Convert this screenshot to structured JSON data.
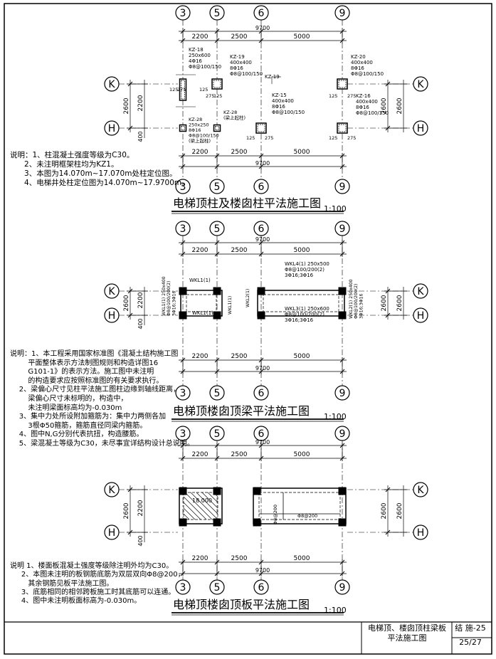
{
  "axes": {
    "top": [
      "3",
      "5",
      "6",
      "9"
    ],
    "left": [
      "K",
      "H"
    ]
  },
  "dims": {
    "total": "9700",
    "spans": [
      "2200",
      "2500",
      "5000"
    ],
    "bay": "2600",
    "sub": "2200",
    "lower": "400"
  },
  "plan1": {
    "title": "电梯顶柱及楼囱柱平法施工图",
    "scale": "1:100",
    "columns": {
      "kz18": {
        "name": "KZ-18",
        "size": "250x600",
        "bars": "4Φ16",
        "stir": "Φ8@100/150"
      },
      "kz19a": {
        "name": "KZ-19",
        "size": "400x400",
        "bars": "8Φ16",
        "stir": "Φ8@100/150"
      },
      "kz19b": {
        "name": "KZ-19"
      },
      "kz20": {
        "name": "KZ-20",
        "size": "400x400",
        "bars": "8Φ16",
        "stir": "Φ8@100/150"
      },
      "kz16": {
        "name": "KZ-16",
        "size": "400x400",
        "bars": "8Φ16",
        "stir": "Φ8@100/150"
      },
      "kz15": {
        "name": "KZ-15",
        "size": "400x400",
        "bars": "8Φ16",
        "stir": "Φ8@100/150"
      },
      "kz28a": {
        "name": "KZ-28",
        "size": "250x250",
        "bars": "8Φ16",
        "stir": "Φ8@100/150",
        "note": "(梁上起柱)"
      },
      "kz28b": {
        "name": "KZ-28",
        "note": "(梁上起柱)"
      }
    },
    "offsets": {
      "a": "125",
      "b": "275",
      "c": "125",
      "d": "125"
    },
    "notes": "说明：1、柱混凝土强度等级为C30。\n      2、未注明框架柱均为KZ1。\n      3、本图为14.070m~17.070m处柱定位图。\n      4、电梯井处柱定位图为14.070m~17.9700m。"
  },
  "plan2": {
    "title": "电梯顶楼囱顶梁平法施工图",
    "scale": "1:100",
    "beams": {
      "wkl1a": "WKL1(1)",
      "wkl1b": "WKL1(1)",
      "wkl1c": "WKL1(1)",
      "wkl1c_spec": "WKL1(1) 250x400\nΦ8@100/200(2)\n3Φ16;3Φ16",
      "wkl2a": "WKL2(1)",
      "wkl2b_spec": "WKL2(1) 250x400\nΦ8@100/200(2)\n3Φ16;3Φ16",
      "wkl3": "WKL3(1) 250x600\nΦ8@100/200(2)\n3Φ16;3Φ16",
      "wkl4": "WKL4(1) 250x500\nΦ8@100/200(2)\n3Φ16;3Φ16"
    },
    "notes": "说明：1、本工程采用国家标准图《混凝土结构施工图\n        平面整体表示方法制图规则和构造详图16\n        G101-1》的表示方法。施工图中未注明\n        的构造要求应按照标准图的有关要求执行。\n    2、梁偏心尺寸见柱平法施工图柱边缘到轴线距离，\n        梁偏心尺寸未标明的，构造中，\n        未注明梁面标高均为-0.030m\n    3、集中力处所设附加箍筋为：集中力两侧各加\n        3根Φ50箍筋，箍筋直径同梁内箍筋。\n    4、图中N,G分别代表抗扭，构造腰筋。\n    5、梁混凝土等级为C30，未尽事宜详结构设计总说明。"
  },
  "plan3": {
    "title": "电梯顶楼囱顶板平法施工图",
    "scale": "1:100",
    "slab_elev": "18.000",
    "rebar_a": "Φ8@200",
    "rebar_b": "Φ8@200",
    "notes": "说明 1、楼面板混凝土强度等级除注明外均为C30。\n     2、本图未注明的板钢筋底筋为双层双向Φ8@200，\n        其余钢筋见板平法施工图。\n     3、底筋相同的相邻跨板施工时其底筋可以连通。\n     4、图中未注明板面标高为-0.030m。"
  },
  "titleblock": {
    "drawing_name": "电梯顶、楼囱顶柱梁板\n平法施工图",
    "sheet_code": "结 施-25",
    "sheet_no": "25/27"
  },
  "colors": {
    "line": "#000000",
    "hatch": "#000000"
  }
}
